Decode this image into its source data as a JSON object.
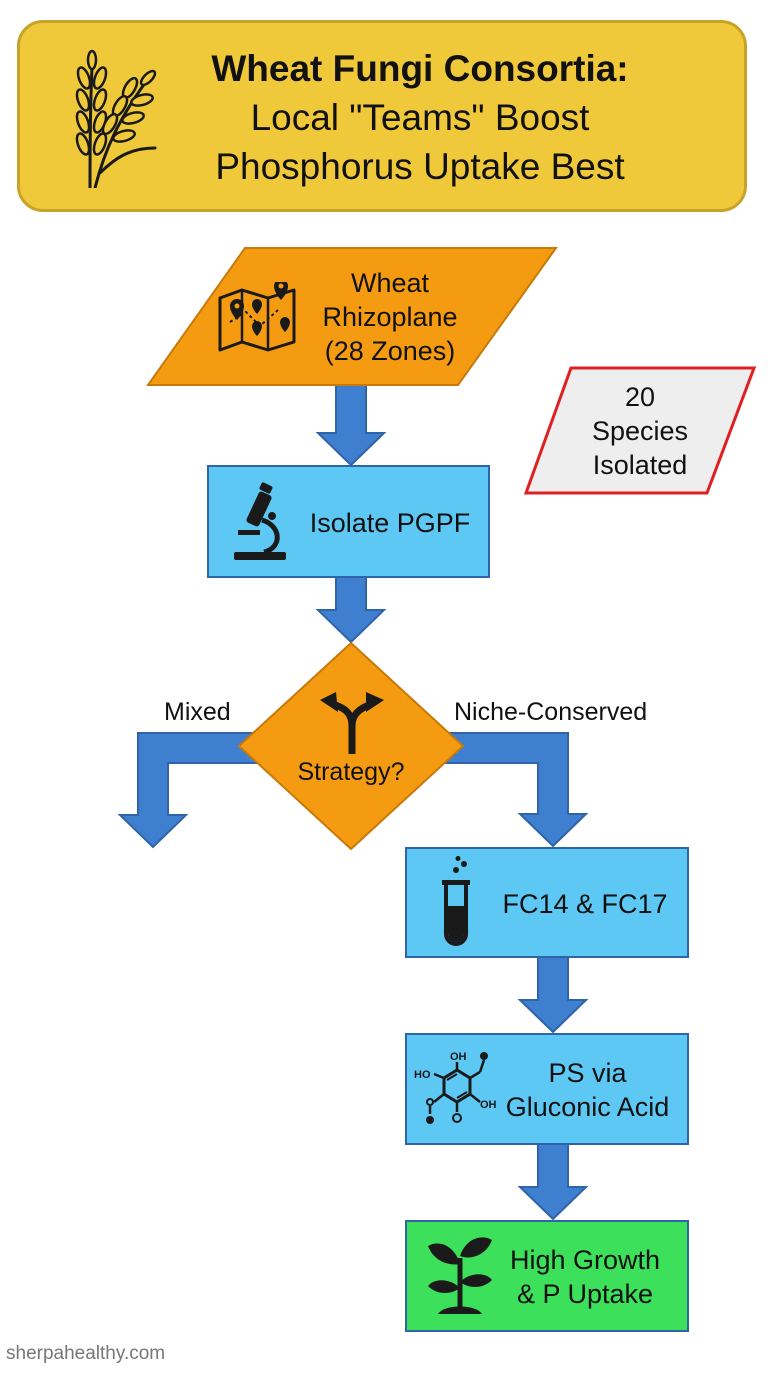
{
  "title": {
    "line1": "Wheat Fungi Consortia:",
    "line2": "Local \"Teams\" Boost",
    "line3": "Phosphorus Uptake Best"
  },
  "nodes": {
    "rhizoplane": {
      "line1": "Wheat",
      "line2": "Rhizoplane",
      "line3": "(28 Zones)"
    },
    "species": {
      "line1": "20",
      "line2": "Species",
      "line3": "Isolated"
    },
    "isolate": {
      "label": "Isolate PGPF"
    },
    "strategy": {
      "label": "Strategy?"
    },
    "fc": {
      "label": "FC14 & FC17"
    },
    "ps": {
      "line1": "PS via",
      "line2": "Gluconic Acid"
    },
    "growth": {
      "line1": "High Growth",
      "line2": "& P Uptake"
    }
  },
  "edge_labels": {
    "mixed": "Mixed",
    "niche": "Niche-Conserved"
  },
  "chem_labels": {
    "ho": "HO",
    "oh_top": "OH",
    "oh_right": "OH"
  },
  "icons": {
    "title": "wheat-icon",
    "rhizoplane": "map-pin-icon",
    "isolate": "microscope-icon",
    "strategy": "split-arrows-icon",
    "fc": "test-tube-icon",
    "ps": "molecule-icon",
    "growth": "plant-sprout-icon"
  },
  "colors": {
    "title_bg": "#f0c93a",
    "orange": "#f49b12",
    "blue_box": "#5ec8f5",
    "blue_arrow": "#3f7fcf",
    "green_box": "#3de05a",
    "red_border": "#e02020",
    "grey_box": "#eeeeee"
  },
  "footer": "sherpahealthy.com"
}
